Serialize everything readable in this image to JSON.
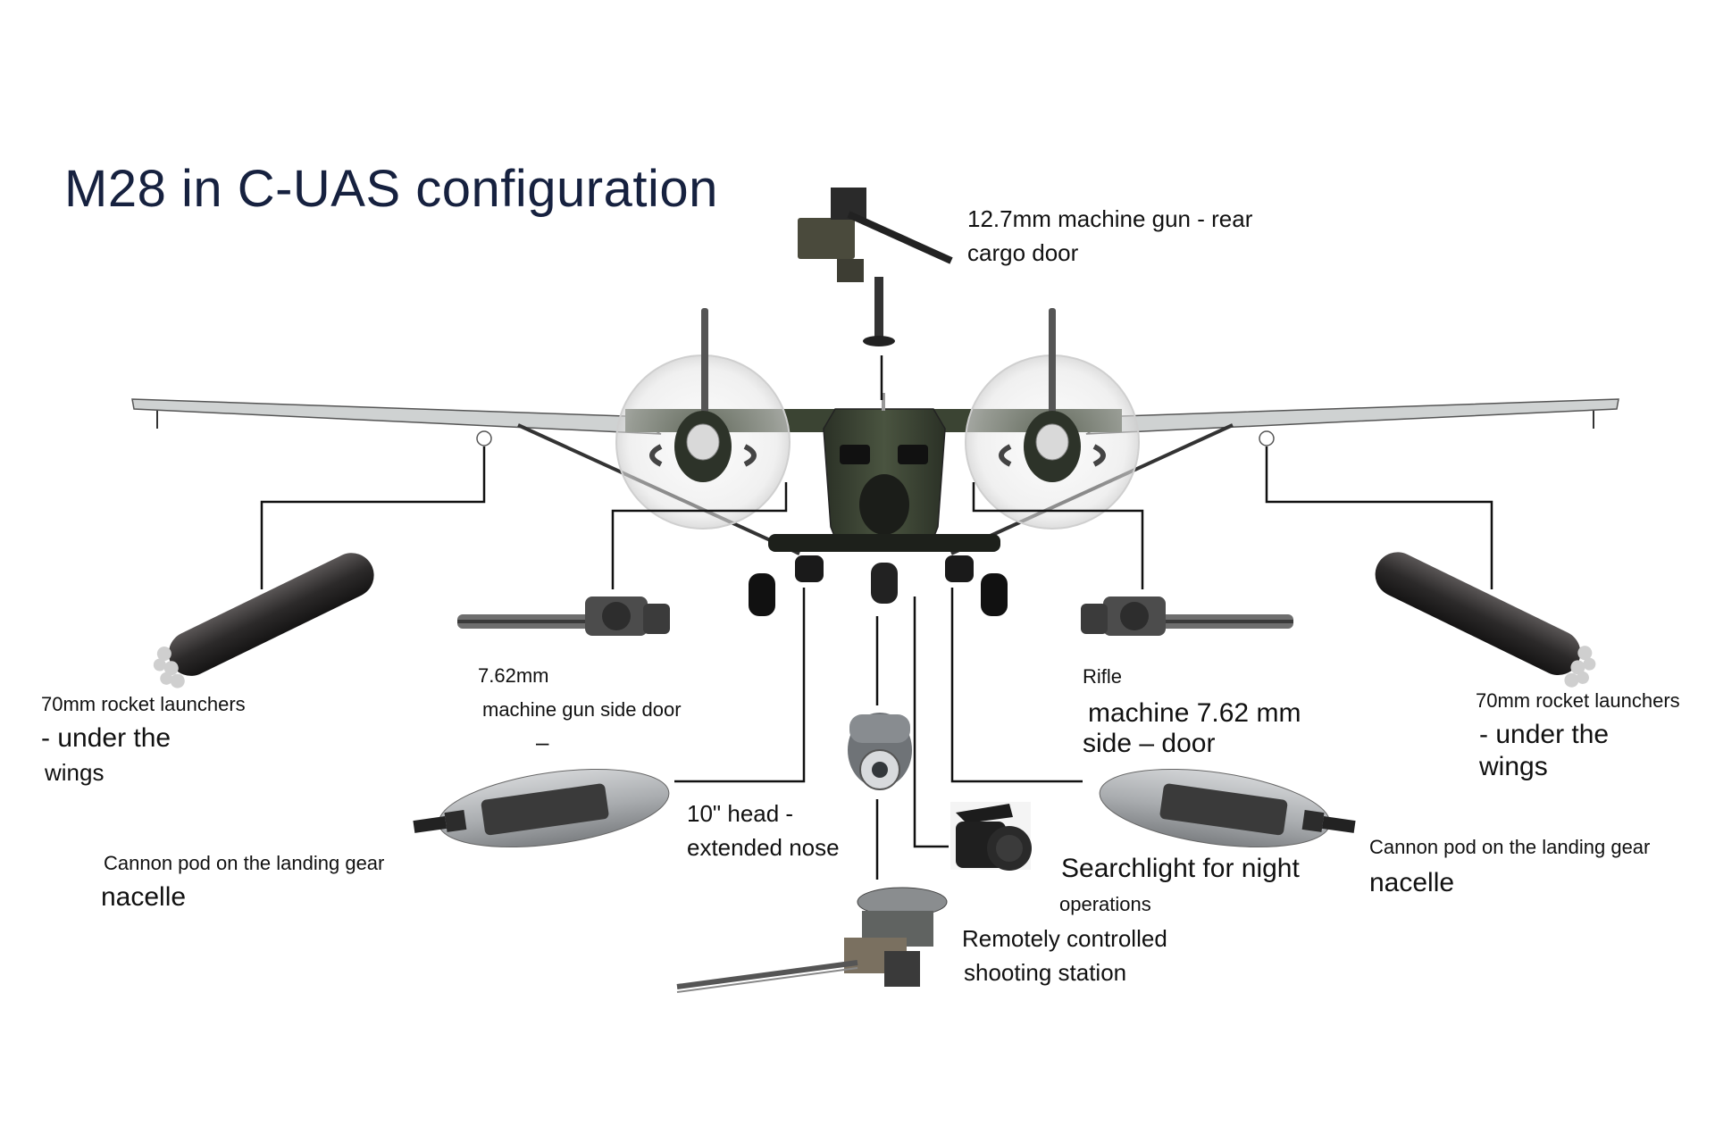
{
  "title": "M28 in C-UAS configuration",
  "labels": {
    "gun_rear_line1": "12.7mm machine gun - rear",
    "gun_rear_line2": "cargo door",
    "rocket_left_line1": "70mm rocket launchers",
    "rocket_left_line2": "- under the",
    "rocket_left_line3": "wings",
    "mg_left_line1": "7.62mm",
    "mg_left_line2": "machine gun side door",
    "mg_left_line3": "–",
    "rifle_right_line1": "Rifle",
    "rifle_right_line2": "machine 7.62 mm",
    "rifle_right_line3": "side  – door",
    "rocket_right_line1": "70mm rocket launchers",
    "rocket_right_line2": "- under the",
    "rocket_right_line3": "wings",
    "cannon_left_line1": "Cannon pod on the landing gear",
    "cannon_left_line2": "nacelle",
    "head_line1": "10\" head -",
    "head_line2": "extended nose",
    "searchlight_line1": "Searchlight for night",
    "searchlight_line2": "operations",
    "station_line1": "Remotely controlled",
    "station_line2": "shooting station",
    "cannon_right_line1": "Cannon pod on the landing gear",
    "cannon_right_line2": "nacelle"
  },
  "colors": {
    "title": "#16213f",
    "fuselage": "#3b4433",
    "wing": "#d9dcdc",
    "callout_line": "#111111"
  }
}
